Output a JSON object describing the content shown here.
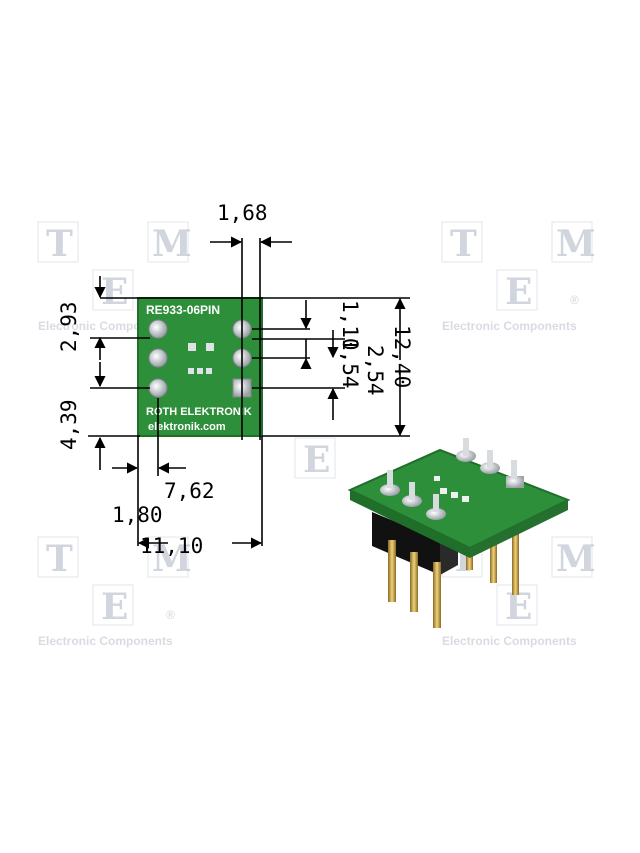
{
  "watermark": {
    "letters": [
      "T",
      "M",
      "E"
    ],
    "label": "Electronic Components",
    "reg_mark": "®"
  },
  "pcb": {
    "label_top": "RE933-06PIN",
    "label_maker": "ROTH ELEKTRONIK",
    "label_web": "elektronik.com"
  },
  "dimensions": {
    "top_width": "1,68",
    "top_offset": "2,93",
    "left_spacing": "4,39",
    "right_1": "1,10",
    "right_2": "1,54",
    "right_3": "2,54",
    "right_total": "12,40",
    "pitch": "7,62",
    "edge": "1,80",
    "total_width": "11,10"
  },
  "colors": {
    "pcb_green": "#2e8f3a",
    "pcb_dark": "#1f6e2a",
    "pad_silver": "#cfd3d6",
    "pin_gold": "#c9a24a",
    "header_black": "#111111"
  }
}
